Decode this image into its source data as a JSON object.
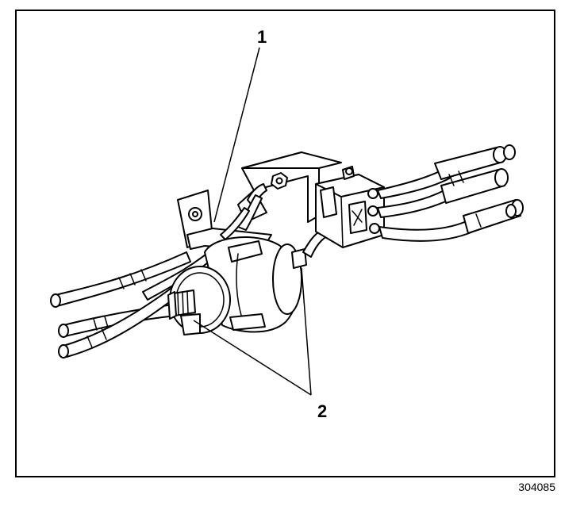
{
  "callouts": {
    "label_1": "1",
    "label_2": "2"
  },
  "figure_number": "304085",
  "colors": {
    "ink": "#000000",
    "paper": "#ffffff"
  }
}
